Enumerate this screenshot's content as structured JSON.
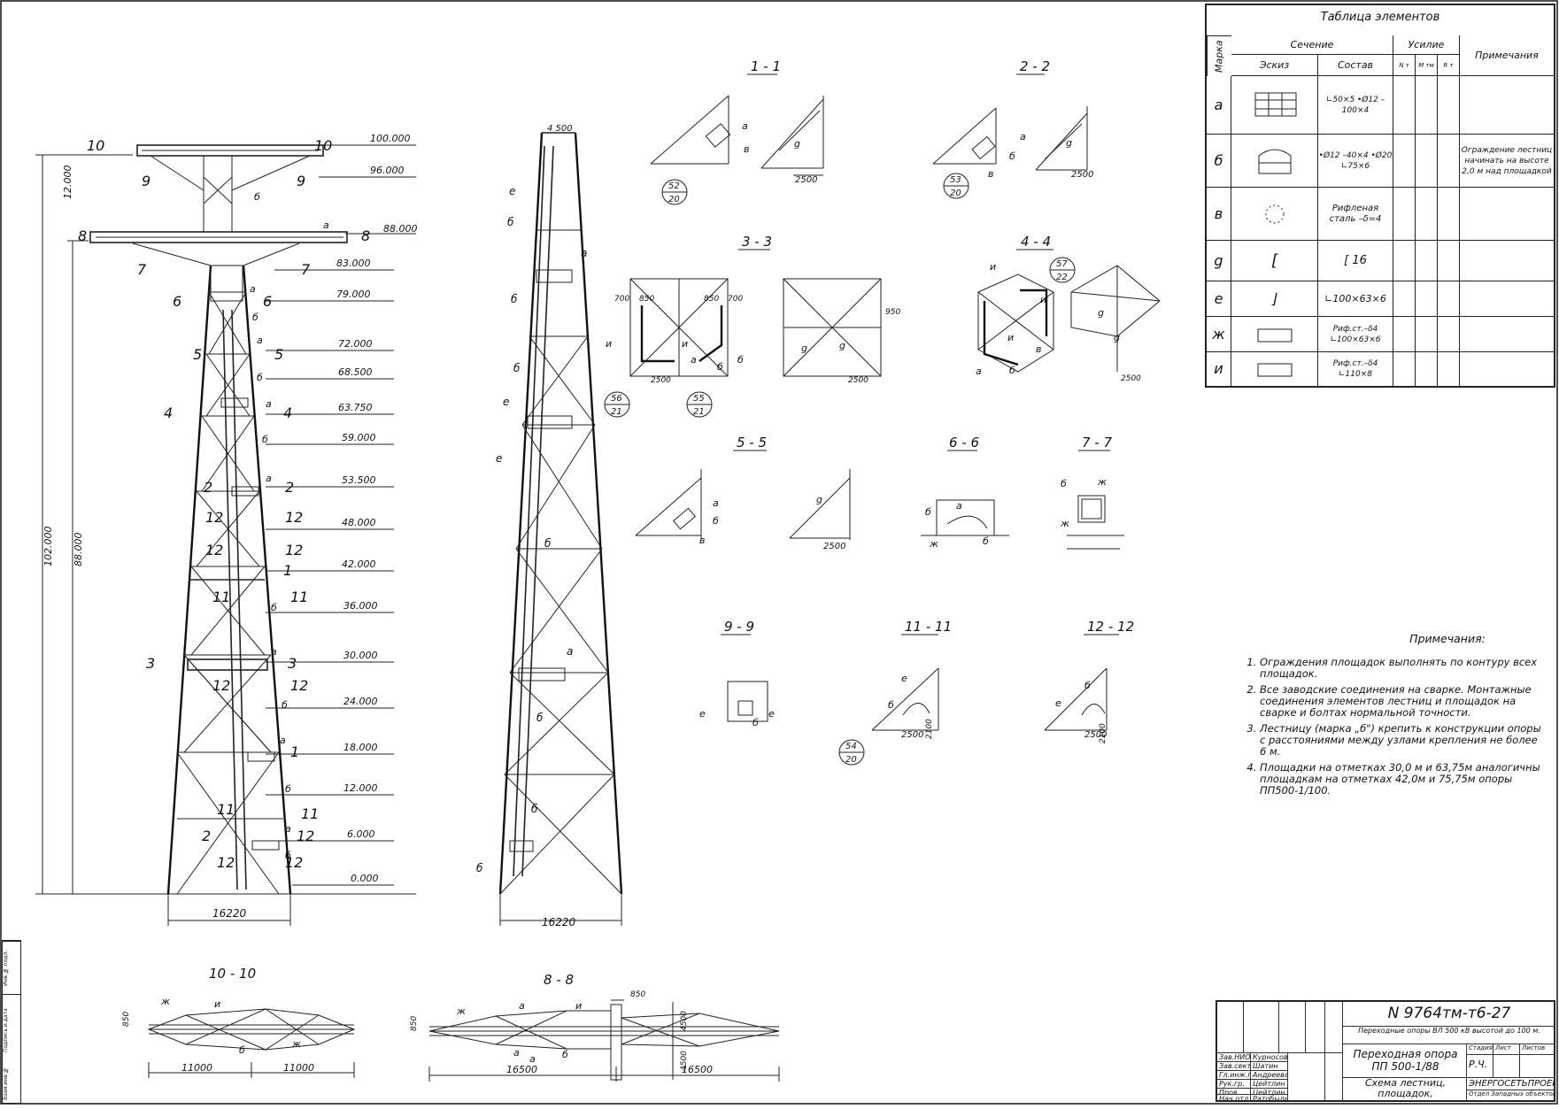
{
  "table": {
    "title": "Таблица элементов",
    "col_mark": "Марка",
    "col_section": "Сечение",
    "col_sketch": "Эскиз",
    "col_composition": "Состав",
    "col_force": "Усилие",
    "col_force_n": "N т",
    "col_force_m": "M тм",
    "col_force_r": "R т",
    "col_notes": "Примечания",
    "rows": [
      {
        "mark": "а",
        "composition": "∟50×5  •Ø12  –100×4",
        "note": ""
      },
      {
        "mark": "б",
        "composition": "•Ø12  –40×4  •Ø20  ∟75×6",
        "note": "Ограждение лестниц начинать на высоте 2,0 м над площадкой"
      },
      {
        "mark": "в",
        "composition": "Рифленая сталь –δ=4",
        "note": ""
      },
      {
        "mark": "g",
        "composition": "[ 16",
        "note": ""
      },
      {
        "mark": "е",
        "composition": "∟100×63×6",
        "note": ""
      },
      {
        "mark": "ж",
        "composition": "Риф.ст.–δ4  ∟100×63×6",
        "note": ""
      },
      {
        "mark": "и",
        "composition": "Риф.ст.–δ4  ∟110×8",
        "note": ""
      }
    ]
  },
  "notes": {
    "title": "Примечания:",
    "items": [
      "Ограждения площадок выполнять по контуру всех площадок.",
      "Все заводские соединения на сварке. Монтажные соединения элементов лестниц и площадок на сварке и болтах нормальной точности.",
      "Лестницу (марка „б\") крепить к конструкции опоры с расстояниями между узлами крепления не более 6 м.",
      "Площадки на отметках 30,0 м и 63,75м аналогичны площадкам на отметках 42,0м и 75,75м опоры ПП500-1/100."
    ]
  },
  "elevations": [
    "100.000",
    "96.000",
    "88.000",
    "83.000",
    "79.000",
    "72.000",
    "68.500",
    "63.750",
    "59.000",
    "53.500",
    "48.000",
    "42.000",
    "36.000",
    "30.000",
    "24.000",
    "18.000",
    "12.000",
    "6.000",
    "0.000"
  ],
  "dims": {
    "base_width": "16220",
    "base_width_side": "16220",
    "total_height": "102.000",
    "lower_height": "88.000",
    "top_height": "12.000",
    "top_width_side": "4 500",
    "sec10_left": "11000",
    "sec10_right": "11000",
    "sec8_left": "16500",
    "sec8_right": "16500",
    "sec8_top": "850",
    "sec10_h": "850",
    "sec8_h": "850",
    "sec8_v1": "4500",
    "sec8_v2": "4500",
    "d2500": "2500",
    "d850": "850",
    "d700": "700",
    "d950": "950",
    "d2100": "2100",
    "d2700": "2700",
    "d8800": "2500"
  },
  "section_labels": [
    "1 - 1",
    "2 - 2",
    "3 - 3",
    "4 - 4",
    "5 - 5",
    "6 - 6",
    "7 - 7",
    "9 - 9",
    "11 - 11",
    "12 - 12",
    "10 - 10",
    "8 - 8"
  ],
  "callouts": [
    {
      "top": "52",
      "bottom": "20"
    },
    {
      "top": "53",
      "bottom": "20"
    },
    {
      "top": "57",
      "bottom": "22"
    },
    {
      "top": "56",
      "bottom": "21"
    },
    {
      "top": "55",
      "bottom": "21"
    },
    {
      "top": "54",
      "bottom": "20"
    }
  ],
  "cut_marks": {
    "c10": "10",
    "c9": "9",
    "c8": "8",
    "c7": "7",
    "c6": "6",
    "c5": "5",
    "c4": "4",
    "c3": "3",
    "c2": "2",
    "c1": "1",
    "c11": "11",
    "c12": "12"
  },
  "letters": {
    "a": "а",
    "b": "б",
    "v": "в",
    "g": "g",
    "e": "е",
    "zh": "ж",
    "i": "и"
  },
  "stamp": {
    "doc_no": "N 9764тм-т6-27",
    "project": "Переходные опоры ВЛ 500 кВ высотой до 100 м.",
    "object": "Переходная опора ПП 500-1/88",
    "sheet_title": "Схема лестниц, площадок, ограждений.",
    "stage_label": "Стадия",
    "sheet_label": "Лист",
    "sheets_label": "Листов",
    "stage_value": "Р.Ч.",
    "org": "ЭНЕРГОСЕТЬПРОЕКТ",
    "org_sub": "Отдел Западных объектов",
    "roles": [
      "Зав.НИО",
      "Зав.сект.",
      "Гл.инж.пр.",
      "Рук.гр.",
      "Пров.",
      "Нач.отд."
    ],
    "names": [
      "Курносов",
      "Шатин",
      "Андреева",
      "Цейтлин",
      "Цейтлин",
      "Ратобыльский"
    ]
  },
  "side_box": [
    "Инв.№ подл.",
    "Подпись и дата",
    "Взам.инв.№"
  ]
}
